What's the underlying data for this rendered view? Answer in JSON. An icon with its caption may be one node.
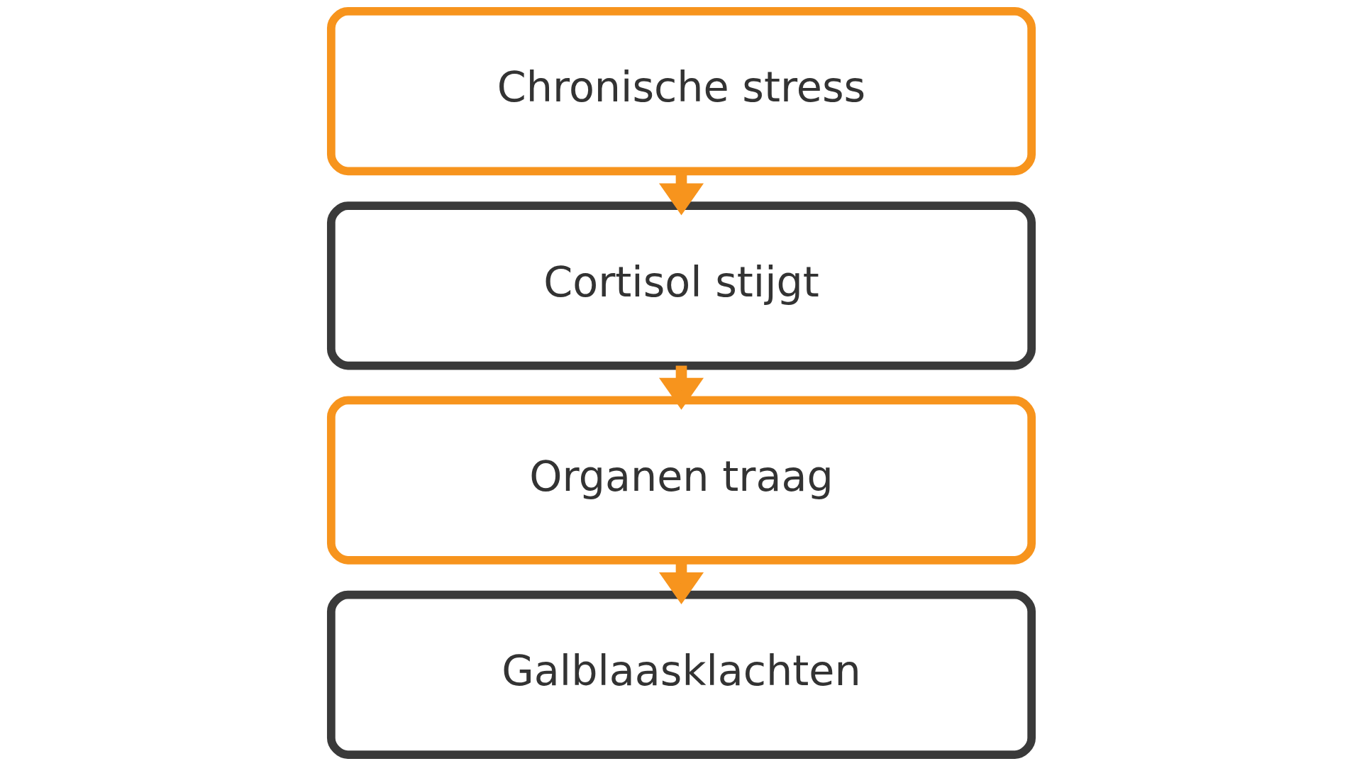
{
  "diagram": {
    "nodes": [
      {
        "text": [
          "Chronische stress"
        ]
      },
      {
        "text": [
          "Cortisol stijgt"
        ]
      },
      {
        "text": [
          "Organen traag"
        ]
      },
      {
        "text": [
          "Galblaasklachten"
        ]
      }
    ],
    "edges": [
      {
        "from": 0,
        "to": 1,
        "arrow": "to"
      },
      {
        "from": 1,
        "to": 2,
        "arrow": "to"
      },
      {
        "from": 2,
        "to": 3,
        "arrow": "to"
      }
    ]
  }
}
